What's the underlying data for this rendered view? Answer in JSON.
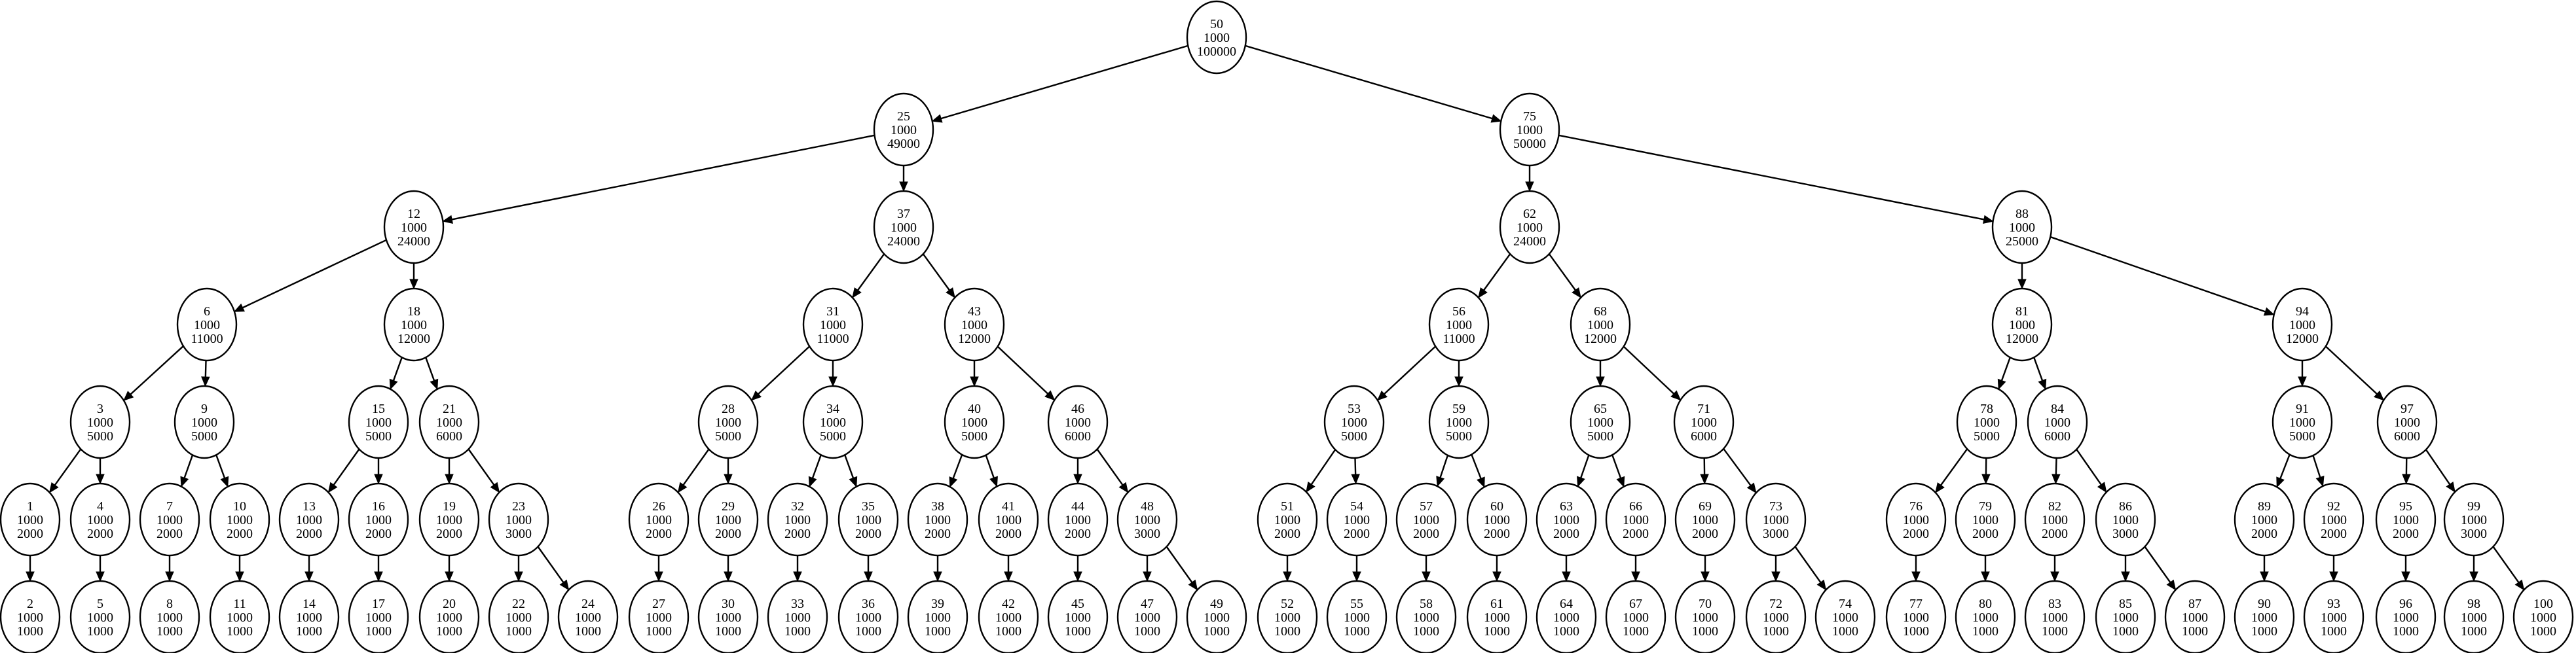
{
  "nodes": [
    {
      "id": 50,
      "lines": [
        "50",
        "1000",
        "100000"
      ],
      "children": [
        25,
        75
      ]
    },
    {
      "id": 25,
      "lines": [
        "25",
        "1000",
        "49000"
      ],
      "children": [
        12,
        37
      ]
    },
    {
      "id": 75,
      "lines": [
        "75",
        "1000",
        "50000"
      ],
      "children": [
        62,
        88
      ]
    },
    {
      "id": 12,
      "lines": [
        "12",
        "1000",
        "24000"
      ],
      "children": [
        6,
        18
      ]
    },
    {
      "id": 37,
      "lines": [
        "37",
        "1000",
        "24000"
      ],
      "children": [
        31,
        43
      ]
    },
    {
      "id": 62,
      "lines": [
        "62",
        "1000",
        "24000"
      ],
      "children": [
        56,
        68
      ]
    },
    {
      "id": 88,
      "lines": [
        "88",
        "1000",
        "25000"
      ],
      "children": [
        81,
        94
      ]
    },
    {
      "id": 6,
      "lines": [
        "6",
        "1000",
        "11000"
      ],
      "children": [
        3,
        9
      ]
    },
    {
      "id": 18,
      "lines": [
        "18",
        "1000",
        "12000"
      ],
      "children": [
        15,
        21
      ]
    },
    {
      "id": 31,
      "lines": [
        "31",
        "1000",
        "11000"
      ],
      "children": [
        28,
        34
      ]
    },
    {
      "id": 43,
      "lines": [
        "43",
        "1000",
        "12000"
      ],
      "children": [
        40,
        46
      ]
    },
    {
      "id": 56,
      "lines": [
        "56",
        "1000",
        "11000"
      ],
      "children": [
        53,
        59
      ]
    },
    {
      "id": 68,
      "lines": [
        "68",
        "1000",
        "12000"
      ],
      "children": [
        65,
        71
      ]
    },
    {
      "id": 81,
      "lines": [
        "81",
        "1000",
        "12000"
      ],
      "children": [
        78,
        84
      ]
    },
    {
      "id": 94,
      "lines": [
        "94",
        "1000",
        "12000"
      ],
      "children": [
        91,
        97
      ]
    },
    {
      "id": 3,
      "lines": [
        "3",
        "1000",
        "5000"
      ],
      "children": [
        1,
        4
      ]
    },
    {
      "id": 9,
      "lines": [
        "9",
        "1000",
        "5000"
      ],
      "children": [
        7,
        10
      ]
    },
    {
      "id": 15,
      "lines": [
        "15",
        "1000",
        "5000"
      ],
      "children": [
        13,
        16
      ]
    },
    {
      "id": 21,
      "lines": [
        "21",
        "1000",
        "6000"
      ],
      "children": [
        19,
        23
      ]
    },
    {
      "id": 28,
      "lines": [
        "28",
        "1000",
        "5000"
      ],
      "children": [
        26,
        29
      ]
    },
    {
      "id": 34,
      "lines": [
        "34",
        "1000",
        "5000"
      ],
      "children": [
        32,
        35
      ]
    },
    {
      "id": 40,
      "lines": [
        "40",
        "1000",
        "5000"
      ],
      "children": [
        38,
        41
      ]
    },
    {
      "id": 46,
      "lines": [
        "46",
        "1000",
        "6000"
      ],
      "children": [
        44,
        48
      ]
    },
    {
      "id": 53,
      "lines": [
        "53",
        "1000",
        "5000"
      ],
      "children": [
        51,
        54
      ]
    },
    {
      "id": 59,
      "lines": [
        "59",
        "1000",
        "5000"
      ],
      "children": [
        57,
        60
      ]
    },
    {
      "id": 65,
      "lines": [
        "65",
        "1000",
        "5000"
      ],
      "children": [
        63,
        66
      ]
    },
    {
      "id": 71,
      "lines": [
        "71",
        "1000",
        "6000"
      ],
      "children": [
        69,
        73
      ]
    },
    {
      "id": 78,
      "lines": [
        "78",
        "1000",
        "5000"
      ],
      "children": [
        76,
        79
      ]
    },
    {
      "id": 84,
      "lines": [
        "84",
        "1000",
        "6000"
      ],
      "children": [
        82,
        86
      ]
    },
    {
      "id": 91,
      "lines": [
        "91",
        "1000",
        "5000"
      ],
      "children": [
        89,
        92
      ]
    },
    {
      "id": 97,
      "lines": [
        "97",
        "1000",
        "6000"
      ],
      "children": [
        95,
        99
      ]
    },
    {
      "id": 1,
      "lines": [
        "1",
        "1000",
        "2000"
      ],
      "children": [
        2
      ]
    },
    {
      "id": 4,
      "lines": [
        "4",
        "1000",
        "2000"
      ],
      "children": [
        5
      ]
    },
    {
      "id": 7,
      "lines": [
        "7",
        "1000",
        "2000"
      ],
      "children": [
        8
      ]
    },
    {
      "id": 10,
      "lines": [
        "10",
        "1000",
        "2000"
      ],
      "children": [
        11
      ]
    },
    {
      "id": 13,
      "lines": [
        "13",
        "1000",
        "2000"
      ],
      "children": [
        14
      ]
    },
    {
      "id": 16,
      "lines": [
        "16",
        "1000",
        "2000"
      ],
      "children": [
        17
      ]
    },
    {
      "id": 19,
      "lines": [
        "19",
        "1000",
        "2000"
      ],
      "children": [
        20
      ]
    },
    {
      "id": 23,
      "lines": [
        "23",
        "1000",
        "3000"
      ],
      "children": [
        22,
        24
      ]
    },
    {
      "id": 26,
      "lines": [
        "26",
        "1000",
        "2000"
      ],
      "children": [
        27
      ]
    },
    {
      "id": 29,
      "lines": [
        "29",
        "1000",
        "2000"
      ],
      "children": [
        30
      ]
    },
    {
      "id": 32,
      "lines": [
        "32",
        "1000",
        "2000"
      ],
      "children": [
        33
      ]
    },
    {
      "id": 35,
      "lines": [
        "35",
        "1000",
        "2000"
      ],
      "children": [
        36
      ]
    },
    {
      "id": 38,
      "lines": [
        "38",
        "1000",
        "2000"
      ],
      "children": [
        39
      ]
    },
    {
      "id": 41,
      "lines": [
        "41",
        "1000",
        "2000"
      ],
      "children": [
        42
      ]
    },
    {
      "id": 44,
      "lines": [
        "44",
        "1000",
        "2000"
      ],
      "children": [
        45
      ]
    },
    {
      "id": 48,
      "lines": [
        "48",
        "1000",
        "3000"
      ],
      "children": [
        47,
        49
      ]
    },
    {
      "id": 51,
      "lines": [
        "51",
        "1000",
        "2000"
      ],
      "children": [
        52
      ]
    },
    {
      "id": 54,
      "lines": [
        "54",
        "1000",
        "2000"
      ],
      "children": [
        55
      ]
    },
    {
      "id": 57,
      "lines": [
        "57",
        "1000",
        "2000"
      ],
      "children": [
        58
      ]
    },
    {
      "id": 60,
      "lines": [
        "60",
        "1000",
        "2000"
      ],
      "children": [
        61
      ]
    },
    {
      "id": 63,
      "lines": [
        "63",
        "1000",
        "2000"
      ],
      "children": [
        64
      ]
    },
    {
      "id": 66,
      "lines": [
        "66",
        "1000",
        "2000"
      ],
      "children": [
        67
      ]
    },
    {
      "id": 69,
      "lines": [
        "69",
        "1000",
        "2000"
      ],
      "children": [
        70
      ]
    },
    {
      "id": 73,
      "lines": [
        "73",
        "1000",
        "3000"
      ],
      "children": [
        72,
        74
      ]
    },
    {
      "id": 76,
      "lines": [
        "76",
        "1000",
        "2000"
      ],
      "children": [
        77
      ]
    },
    {
      "id": 79,
      "lines": [
        "79",
        "1000",
        "2000"
      ],
      "children": [
        80
      ]
    },
    {
      "id": 82,
      "lines": [
        "82",
        "1000",
        "2000"
      ],
      "children": [
        83
      ]
    },
    {
      "id": 86,
      "lines": [
        "86",
        "1000",
        "3000"
      ],
      "children": [
        85,
        87
      ]
    },
    {
      "id": 89,
      "lines": [
        "89",
        "1000",
        "2000"
      ],
      "children": [
        90
      ]
    },
    {
      "id": 92,
      "lines": [
        "92",
        "1000",
        "2000"
      ],
      "children": [
        93
      ]
    },
    {
      "id": 95,
      "lines": [
        "95",
        "1000",
        "2000"
      ],
      "children": [
        96
      ]
    },
    {
      "id": 99,
      "lines": [
        "99",
        "1000",
        "3000"
      ],
      "children": [
        98,
        100
      ]
    },
    {
      "id": 2,
      "lines": [
        "2",
        "1000",
        "1000"
      ],
      "children": []
    },
    {
      "id": 5,
      "lines": [
        "5",
        "1000",
        "1000"
      ],
      "children": []
    },
    {
      "id": 8,
      "lines": [
        "8",
        "1000",
        "1000"
      ],
      "children": []
    },
    {
      "id": 11,
      "lines": [
        "11",
        "1000",
        "1000"
      ],
      "children": []
    },
    {
      "id": 14,
      "lines": [
        "14",
        "1000",
        "1000"
      ],
      "children": []
    },
    {
      "id": 17,
      "lines": [
        "17",
        "1000",
        "1000"
      ],
      "children": []
    },
    {
      "id": 20,
      "lines": [
        "20",
        "1000",
        "1000"
      ],
      "children": []
    },
    {
      "id": 22,
      "lines": [
        "22",
        "1000",
        "1000"
      ],
      "children": []
    },
    {
      "id": 24,
      "lines": [
        "24",
        "1000",
        "1000"
      ],
      "children": []
    },
    {
      "id": 27,
      "lines": [
        "27",
        "1000",
        "1000"
      ],
      "children": []
    },
    {
      "id": 30,
      "lines": [
        "30",
        "1000",
        "1000"
      ],
      "children": []
    },
    {
      "id": 33,
      "lines": [
        "33",
        "1000",
        "1000"
      ],
      "children": []
    },
    {
      "id": 36,
      "lines": [
        "36",
        "1000",
        "1000"
      ],
      "children": []
    },
    {
      "id": 39,
      "lines": [
        "39",
        "1000",
        "1000"
      ],
      "children": []
    },
    {
      "id": 42,
      "lines": [
        "42",
        "1000",
        "1000"
      ],
      "children": []
    },
    {
      "id": 45,
      "lines": [
        "45",
        "1000",
        "1000"
      ],
      "children": []
    },
    {
      "id": 47,
      "lines": [
        "47",
        "1000",
        "1000"
      ],
      "children": []
    },
    {
      "id": 49,
      "lines": [
        "49",
        "1000",
        "1000"
      ],
      "children": []
    },
    {
      "id": 52,
      "lines": [
        "52",
        "1000",
        "1000"
      ],
      "children": []
    },
    {
      "id": 55,
      "lines": [
        "55",
        "1000",
        "1000"
      ],
      "children": []
    },
    {
      "id": 58,
      "lines": [
        "58",
        "1000",
        "1000"
      ],
      "children": []
    },
    {
      "id": 61,
      "lines": [
        "61",
        "1000",
        "1000"
      ],
      "children": []
    },
    {
      "id": 64,
      "lines": [
        "64",
        "1000",
        "1000"
      ],
      "children": []
    },
    {
      "id": 67,
      "lines": [
        "67",
        "1000",
        "1000"
      ],
      "children": []
    },
    {
      "id": 70,
      "lines": [
        "70",
        "1000",
        "1000"
      ],
      "children": []
    },
    {
      "id": 72,
      "lines": [
        "72",
        "1000",
        "1000"
      ],
      "children": []
    },
    {
      "id": 74,
      "lines": [
        "74",
        "1000",
        "1000"
      ],
      "children": []
    },
    {
      "id": 77,
      "lines": [
        "77",
        "1000",
        "1000"
      ],
      "children": []
    },
    {
      "id": 80,
      "lines": [
        "80",
        "1000",
        "1000"
      ],
      "children": []
    },
    {
      "id": 83,
      "lines": [
        "83",
        "1000",
        "1000"
      ],
      "children": []
    },
    {
      "id": 85,
      "lines": [
        "85",
        "1000",
        "1000"
      ],
      "children": []
    },
    {
      "id": 87,
      "lines": [
        "87",
        "1000",
        "1000"
      ],
      "children": []
    },
    {
      "id": 90,
      "lines": [
        "90",
        "1000",
        "1000"
      ],
      "children": []
    },
    {
      "id": 93,
      "lines": [
        "93",
        "1000",
        "1000"
      ],
      "children": []
    },
    {
      "id": 96,
      "lines": [
        "96",
        "1000",
        "1000"
      ],
      "children": []
    },
    {
      "id": 98,
      "lines": [
        "98",
        "1000",
        "1000"
      ],
      "children": []
    },
    {
      "id": 100,
      "lines": [
        "100",
        "1000",
        "1000"
      ],
      "children": []
    }
  ]
}
